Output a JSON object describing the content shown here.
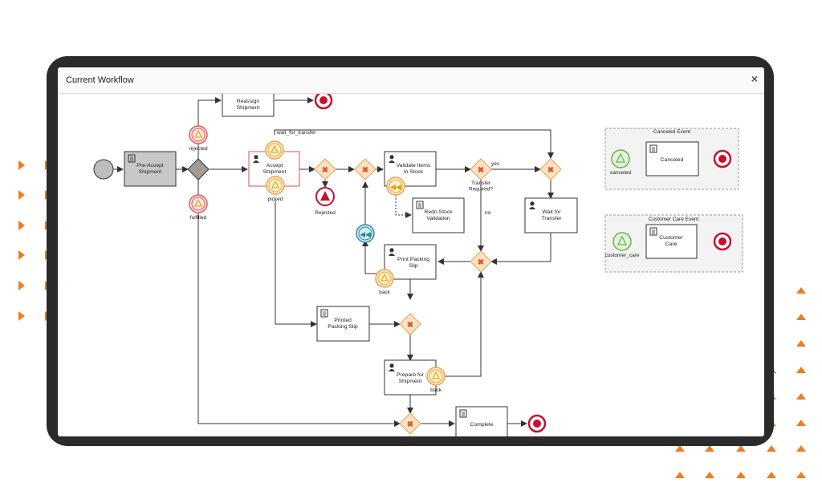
{
  "window": {
    "title": "Current Workflow",
    "close_label": "×"
  },
  "tasks": {
    "reassign": "Reassign\nShipment",
    "pre_accept": "Pre-Accept\nShipment",
    "accept": "Accept\nShipment",
    "validate": "Validate Items\nIn Stock",
    "redo": "Redo Stock\nValidation",
    "wait": "Wait for\nTransfer",
    "print": "Print Packing\nSlip",
    "printed": "Printed\nPacking Slip",
    "prepare": "Prepare for\nShipment",
    "complete": "Complete",
    "canceled": "Canceled",
    "customer_care": "Customer\nCare"
  },
  "labels": {
    "rejected_top": "rejected",
    "fulfilled": "fulfilled",
    "picked": "picked",
    "rejected_end": "Rejected",
    "wait_for_transfer": "wait_for_transfer",
    "transfer_required": "Transfer\nRequired?",
    "yes": "yes",
    "no": "no",
    "back1": "back",
    "back2": "back",
    "canceled_event": "canceled",
    "customer_care_event": "customer_care"
  },
  "groups": {
    "canceled_title": "Canceled Event",
    "customer_care_title": "Customer Care Event"
  },
  "colors": {
    "accent_orange": "#f07c21",
    "gateway_fill": "#fbe2c6",
    "gateway_stroke": "#f0a04b",
    "end_red": "#c8102e",
    "start_green": "#6ab04c",
    "timer_teal": "#2b8a9e",
    "device_frame": "#2b2b2b"
  }
}
